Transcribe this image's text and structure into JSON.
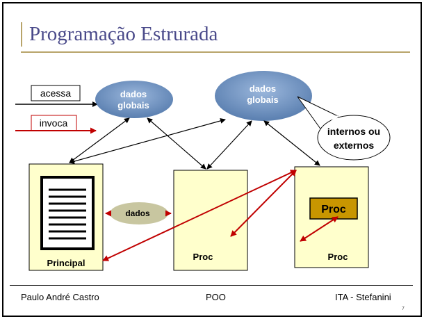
{
  "slide": {
    "title": "Programação Estrurada",
    "legend": {
      "access_label": "acessa",
      "invoke_label": "invoca"
    },
    "global_data_1": [
      "dados",
      "globais"
    ],
    "global_data_2": [
      "dados",
      "globais"
    ],
    "callout": [
      "internos ou",
      "externos"
    ],
    "local_data_label": "dados",
    "principal_label": "Principal",
    "proc_middle_label": "Proc",
    "proc_right_label": "Proc",
    "proc_inner_label": "Proc"
  },
  "footer": {
    "author": "Paulo André Castro",
    "course": "POO",
    "institution": "ITA - Stefanini",
    "page_number": "7"
  },
  "colors": {
    "title": "#4a4a8a",
    "box_fill": "#ffffcc",
    "cloud_fill": "#6f93c0",
    "local_cloud_fill": "#c8c6a0",
    "proc_inner_fill": "#c89600",
    "invoke_arrow": "#c00000",
    "access_arrow": "#000000"
  }
}
